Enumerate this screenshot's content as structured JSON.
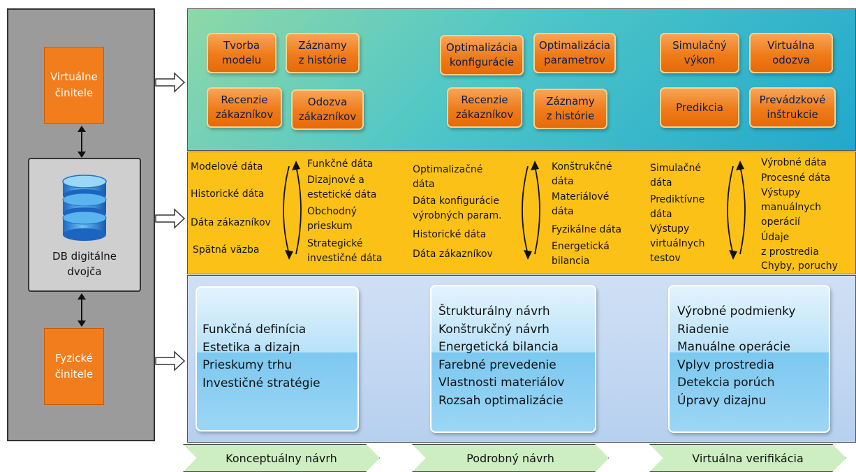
{
  "left_column": {
    "virtual_factors": "Virtuálne\nčinitele",
    "physical_factors": "Fyzické\nčinitele",
    "db_label": "DB digitálne\ndvojča"
  },
  "top_row": {
    "conceptual": [
      "Tvorba\nmodelu",
      "Záznamy\nz histórie",
      "Recenzie\nzákazníkov",
      "Odozva\nzákazníkov"
    ],
    "detailed": [
      "Optimalizácia\nkonfigurácie",
      "Optimalizácia\nparametrov",
      "Recenzie\nzákazníkov",
      "Záznamy\nz histórie"
    ],
    "verification": [
      "Simulačný\nvýkon",
      "Virtuálna\nodozva",
      "Predikcia",
      "Prevádzkové\ninštrukcie"
    ]
  },
  "data_band": {
    "conceptual_left": [
      "Modelové dáta",
      "Historické dáta",
      "Dáta zákazníkov",
      "Spätná väzba"
    ],
    "conceptual_right": [
      "Funkčné dáta",
      "Dizajnové a\nestetické dáta",
      "Obchodný\nprieskum",
      "Strategické\ninvestičné dáta"
    ],
    "detailed_left": [
      "Optimalizačné\ndáta",
      "Dáta konfigurácie\nvýrobných param.",
      "Historické dáta",
      "Dáta zákazníkov"
    ],
    "detailed_right": [
      "Konštrukčné\ndáta",
      "Materiálové\ndáta",
      "Fyzikálne dáta",
      "Energetická\nbilancia"
    ],
    "verification_left": [
      "Simulačné\ndáta",
      "Prediktívne\ndáta",
      "Výstupy\nvirtuálnych\ntestov"
    ],
    "verification_right": [
      "Výrobné dáta",
      "Procesné dáta",
      "Výstupy\nmanuálnych\noperácií",
      "Údaje\nz prostredia",
      "Chyby, poruchy"
    ]
  },
  "cards": {
    "conceptual": [
      "Funkčná definícia",
      "Estetika a dizajn",
      "Prieskumy trhu",
      "Investičné stratégie"
    ],
    "detailed": [
      "Štrukturálny návrh",
      "Konštrukčný návrh",
      "Energetická bilancia",
      "Farebné prevedenie",
      "Vlastnosti materiálov",
      "Rozsah optimalizácie"
    ],
    "verification": [
      "Výrobné podmienky",
      "Riadenie",
      "Manuálne operácie",
      "Vplyv prostredia",
      "Detekcia porúch",
      "Úpravy dizajnu"
    ]
  },
  "stages": [
    "Konceptuálny návrh",
    "Podrobný návrh",
    "Virtuálna verifikácia"
  ],
  "colors": {
    "orange": "#f27d1c",
    "yellow_band": "#fcc116",
    "stage_green": "#cdeec0",
    "left_panel": "#9b9b9b"
  }
}
